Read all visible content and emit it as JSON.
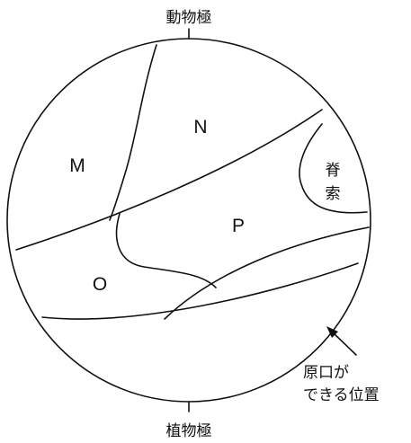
{
  "labels": {
    "animal_pole": "動物極",
    "vegetal_pole": "植物極",
    "region_m": "M",
    "region_n": "N",
    "region_o": "O",
    "region_p": "P",
    "notochord": [
      "脊",
      "索"
    ],
    "blastopore": [
      "原口が",
      "できる位置"
    ]
  },
  "colors": {
    "ink": "#111111",
    "background": "#ffffff"
  }
}
